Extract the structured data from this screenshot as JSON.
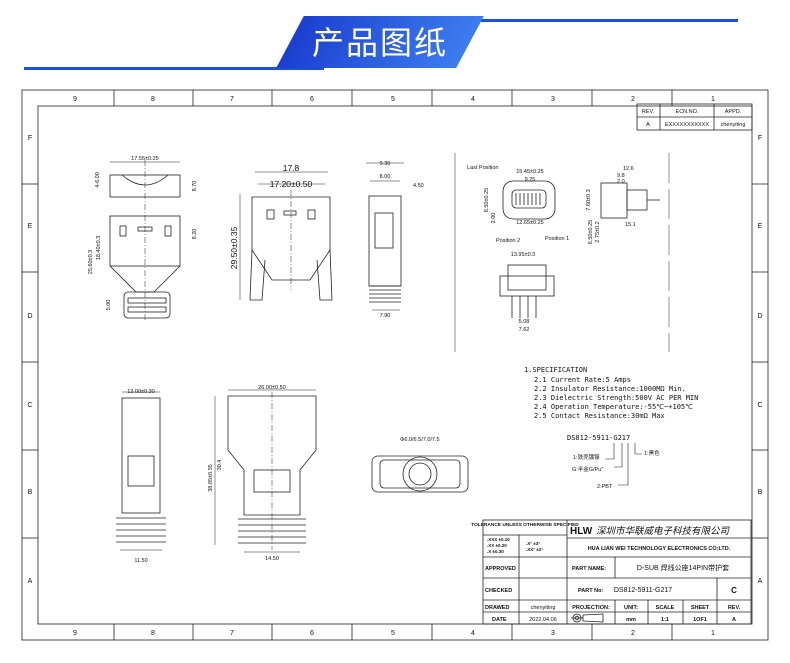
{
  "header": {
    "title": "产品图纸"
  },
  "frame": {
    "columns": [
      "9",
      "8",
      "7",
      "6",
      "5",
      "4",
      "3",
      "2",
      "1"
    ],
    "rows": [
      "F",
      "E",
      "D",
      "C",
      "B",
      "A"
    ]
  },
  "revision_table": {
    "headers": [
      "REV.",
      "ECN.NO.",
      "APPD."
    ],
    "row": [
      "A",
      "EXXXXXXXXXXX",
      "chenyiting"
    ]
  },
  "dimensions": {
    "view1": [
      "17.55±0.25",
      "4-6.00",
      "8.70",
      "8.20",
      "25.60±0.3",
      "18.40±0.3",
      "5.00"
    ],
    "view2": [
      "17.8",
      "17.20±0.50",
      "29.50±0.35"
    ],
    "view3": [
      "9.30",
      "8.00",
      "4.50",
      "7.90"
    ],
    "face": [
      "Last Position",
      "15.45±0.25",
      "9.25",
      "8.50±0.25",
      "2.00",
      "12.65±0.25",
      "Position 2",
      "Position 1"
    ],
    "side": [
      "12.6",
      "9.8",
      "2.0",
      "7.60±0.3",
      "15.1",
      "6.50±0.25",
      "2.75±0.2"
    ],
    "bottom": [
      "13.95±0.3",
      "5.08",
      "7.62"
    ],
    "view4": [
      "12.00±0.30"
    ],
    "view5": [
      "26.00±0.50",
      "38.85±0.35",
      "30.4",
      "14.50",
      "11.50"
    ],
    "cable": [
      "Φ6.0/6.5/7.0/7.5"
    ]
  },
  "specification": {
    "title": "1.SPECIFICATION",
    "items": [
      "2.1 Current Rate:5 Amps",
      "2.2 Insulator Resistance:1000MΩ Min.",
      "2.3 Dielectric Strength:500V AC PER MIN",
      "2.4 Operation Temperature:-55℃~+105℃",
      "2.5 Contact Resistance:30mΩ Max"
    ]
  },
  "part_code": {
    "code": "DS812-5911-G217",
    "notes": [
      "1:铁壳镀镍",
      "G:半金G/Pu\"",
      "2:PBT",
      "1:黑色"
    ]
  },
  "title_block": {
    "tolerance_title": "TOLERANCE UNLESS OTHERWISE SPECIFIED",
    "tolerance_lines": [
      ".XXX ±0.10",
      ".XX ±0.20",
      ".X ±0.30"
    ],
    "angle_lines": [
      ".X° ±3°",
      ".XX° ±2°"
    ],
    "logo": "HLW",
    "company_cn": "深圳市华联威电子科技有限公司",
    "company_en": "HUA LIAN WEI TECHNOLOGY ELECTRONICS CO;LTD.",
    "approved_label": "APPROVED",
    "checked_label": "CHECKED",
    "drawed_label": "DRAWED",
    "drawed_value": "chenyiting",
    "date_label": "DATE",
    "date_value": "2022.04.06",
    "part_name_label": "PART NAME:",
    "part_name": "D-SUB 焊线公座14PIN带护套",
    "part_no_label": "PART No:",
    "part_no": "DS812-5911-G217",
    "size": "C",
    "projection_label": "PROJECTION:",
    "unit_label": "UNIT:",
    "unit": "mm",
    "scale_label": "SCALE",
    "scale": "1:1",
    "sheet_label": "SHEET",
    "sheet": "1OF1",
    "rev_label": "REV.",
    "rev": "A"
  }
}
